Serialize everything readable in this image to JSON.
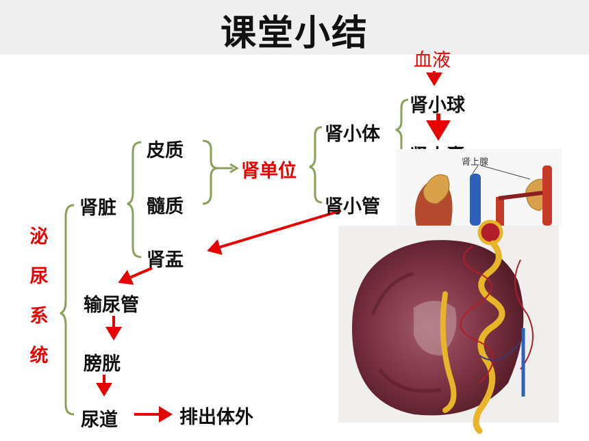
{
  "title": "课堂小结",
  "nodes": {
    "system": "泌尿系统",
    "kidney": "肾脏",
    "cortex": "皮质",
    "medulla": "髓质",
    "nephron": "肾单位",
    "corpuscle": "肾小体",
    "tubule": "肾小管",
    "blood": "血液",
    "glomerulus": "肾小球",
    "capsule": "肾小囊",
    "pelvis": "肾盂",
    "ureter": "输尿管",
    "bladder": "膀胱",
    "urethra": "尿道",
    "excrete": "排出体外"
  },
  "images": {
    "adrenal_label": "肾上腺"
  },
  "colors": {
    "accent": "#e60000",
    "brace": "#8aa05a",
    "title_bar": "#efefef"
  }
}
